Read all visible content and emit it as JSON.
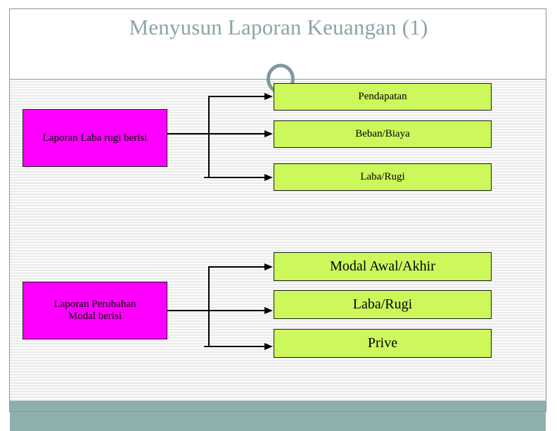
{
  "slide": {
    "title": "Menyusun Laporan Keuangan (1)",
    "decor": {
      "ring_icon": "circle-outline-icon",
      "ring_color": "#7f9a9e"
    },
    "colors": {
      "title_text": "#8ba3a8",
      "frame_line": "#7f9a9e",
      "footer_band": "#8fafae",
      "body_background": "#f2f2f2",
      "source_box_fill": "#ff00ff",
      "item_box_fill": "#ccf85c",
      "box_border": "#1a1a1a",
      "connector_line": "#000000"
    }
  },
  "diagram": {
    "groups": [
      {
        "id": "laba-rugi",
        "source": {
          "label": "Laporan Laba rugi berisi",
          "fill": "#ff00ff"
        },
        "items": [
          {
            "label": "Pendapatan"
          },
          {
            "label": "Beban/Biaya"
          },
          {
            "label": "Laba/Rugi"
          }
        ]
      },
      {
        "id": "perubahan-modal",
        "source": {
          "label": "Laporan Perubahan Modal berisi",
          "line1": "Laporan Perubahan",
          "line2": "Modal berisi",
          "fill": "#ff00ff"
        },
        "items": [
          {
            "label": "Modal Awal/Akhir"
          },
          {
            "label": "Laba/Rugi"
          },
          {
            "label": "Prive"
          }
        ]
      }
    ]
  }
}
